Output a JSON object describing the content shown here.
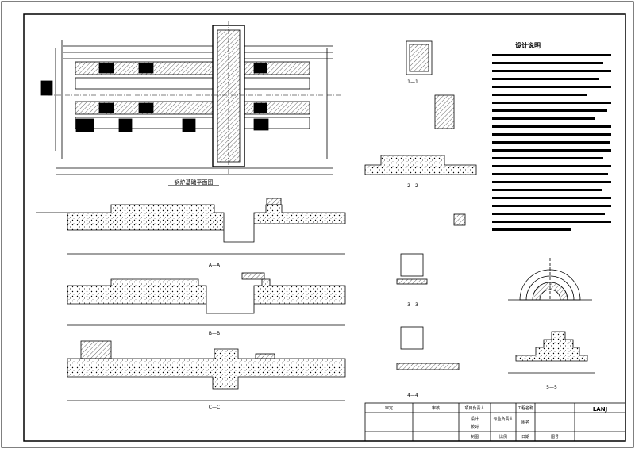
{
  "titles": {
    "plan": "锅炉基础平面图",
    "section_a": "A—A",
    "section_b": "B—B",
    "section_c": "C—C",
    "section_1": "1—1",
    "section_2": "2—2",
    "section_3": "3—3",
    "section_4": "4—4",
    "section_5": "5—5",
    "notes_heading": "设计说明"
  },
  "title_block": {
    "cells": [
      "审定",
      "审核",
      "项目负责人",
      "工程名称",
      "设计",
      "校对",
      "专业负责人",
      "图名",
      "制图",
      "比例",
      "日期",
      "图号"
    ],
    "logo": "LANJ"
  }
}
